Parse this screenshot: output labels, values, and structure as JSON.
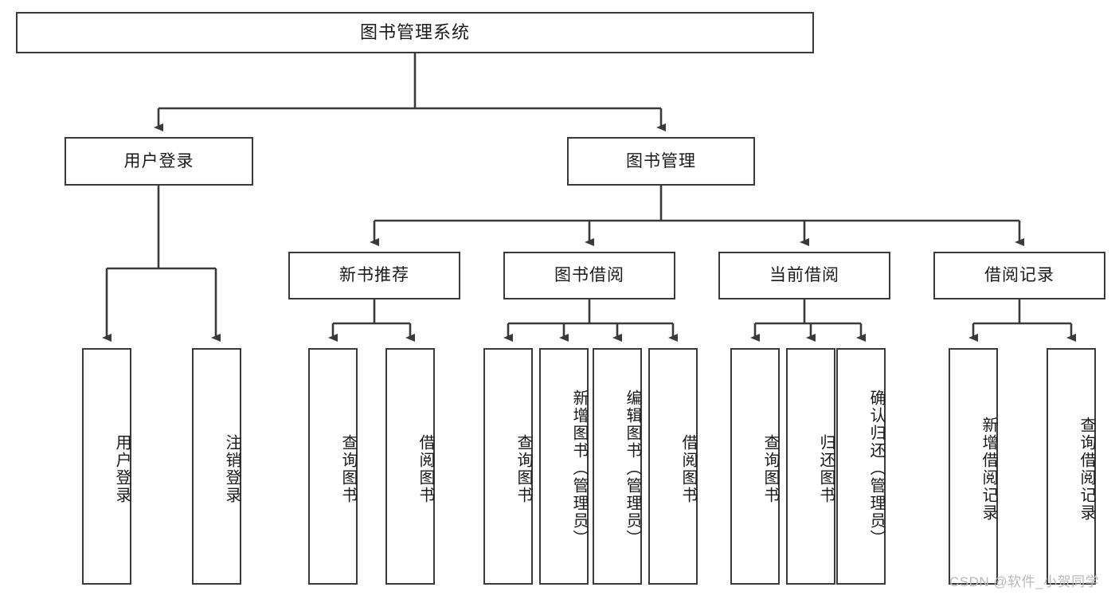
{
  "diagram": {
    "title": "图书管理系统",
    "watermark": "CSDN @软件_小贺同学",
    "colors": {
      "stroke": "#3a3a3a",
      "fill": "#ffffff",
      "text": "#1a1a1a",
      "watermark": "#b9b9b9"
    },
    "nodes": {
      "root": "图书管理系统",
      "level2": {
        "user_login": "用户登录",
        "book_manage": "图书管理"
      },
      "level3": {
        "new_book_recommend": "新书推荐",
        "book_borrow": "图书借阅",
        "current_borrow": "当前借阅",
        "borrow_record": "借阅记录"
      },
      "leaves": {
        "user_login_children": [
          "用户登录",
          "注销登录"
        ],
        "new_book_recommend_children": [
          "查询图书",
          "借阅图书"
        ],
        "book_borrow_children": [
          "查询图书",
          "新增图书（管理员）",
          "编辑图书（管理员）",
          "借阅图书"
        ],
        "current_borrow_children": [
          "查询图书",
          "归还图书",
          "确认归还（管理员）"
        ],
        "borrow_record_children": [
          "新增借阅记录",
          "查询借阅记录"
        ]
      }
    }
  }
}
